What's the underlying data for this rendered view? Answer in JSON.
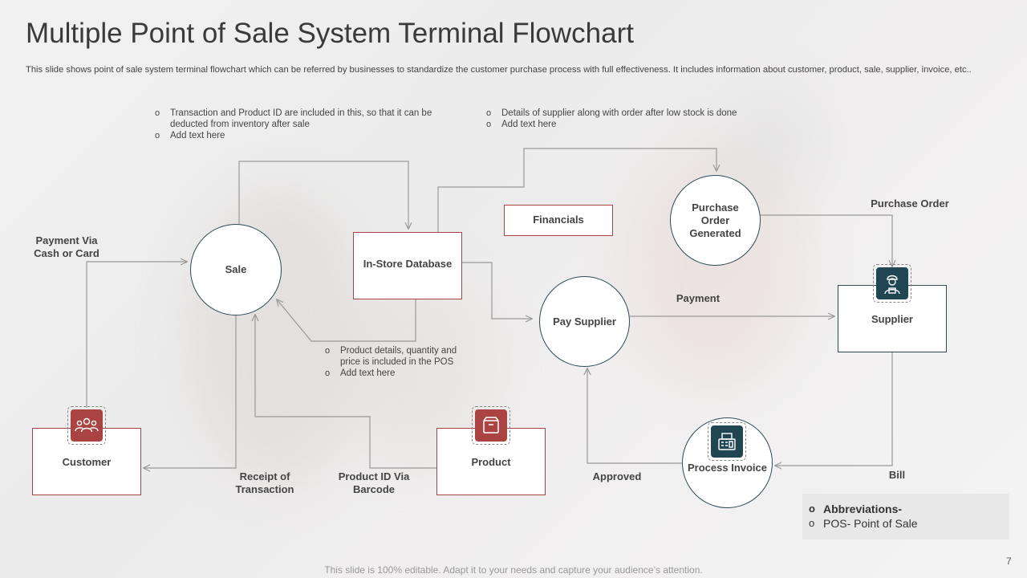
{
  "slide": {
    "title": "Multiple Point of Sale System Terminal Flowchart",
    "subtitle": "This slide shows point of sale system terminal flowchart which can be referred by businesses to standardize the customer purchase process with full effectiveness. It  includes information about customer, product, sale, supplier, invoice, etc..",
    "footer": "This slide is 100% editable. Adapt it to your needs and capture your audience’s attention.",
    "page_number": "7"
  },
  "colors": {
    "accent_red": "#a94442",
    "accent_dark": "#1f4652",
    "connector": "#999999"
  },
  "nodes": {
    "sale": "Sale",
    "in_store_database": "In-Store Database",
    "financials": "Financials",
    "purchase_order_generated": "Purchase\nOrder\nGenerated",
    "pay_supplier": "Pay Supplier",
    "supplier": "Supplier",
    "customer": "Customer",
    "product": "Product",
    "process_invoice": "Process Invoice"
  },
  "icons": {
    "customer": "users-icon",
    "product": "box-icon",
    "supplier": "delivery-worker-icon",
    "process_invoice": "invoice-machine-icon"
  },
  "edge_labels": {
    "payment_via": "Payment Via\nCash or Card",
    "receipt_of_transaction": "Receipt of\nTransaction",
    "product_id_via_barcode": "Product ID Via\nBarcode",
    "approved": "Approved",
    "purchase_order": "Purchase Order",
    "payment": "Payment",
    "bill": "Bill"
  },
  "notes": {
    "top_left": [
      "Transaction and Product ID are included in this, so that it can be deducted from inventory after sale",
      "Add text here"
    ],
    "top_right": [
      "Details of supplier along with order after low stock is done",
      "Add text here"
    ],
    "middle": [
      "Product details, quantity and price is included in the POS",
      "Add text here"
    ]
  },
  "abbreviations": {
    "heading": "Abbreviations-",
    "items": [
      "POS- Point of Sale"
    ]
  }
}
